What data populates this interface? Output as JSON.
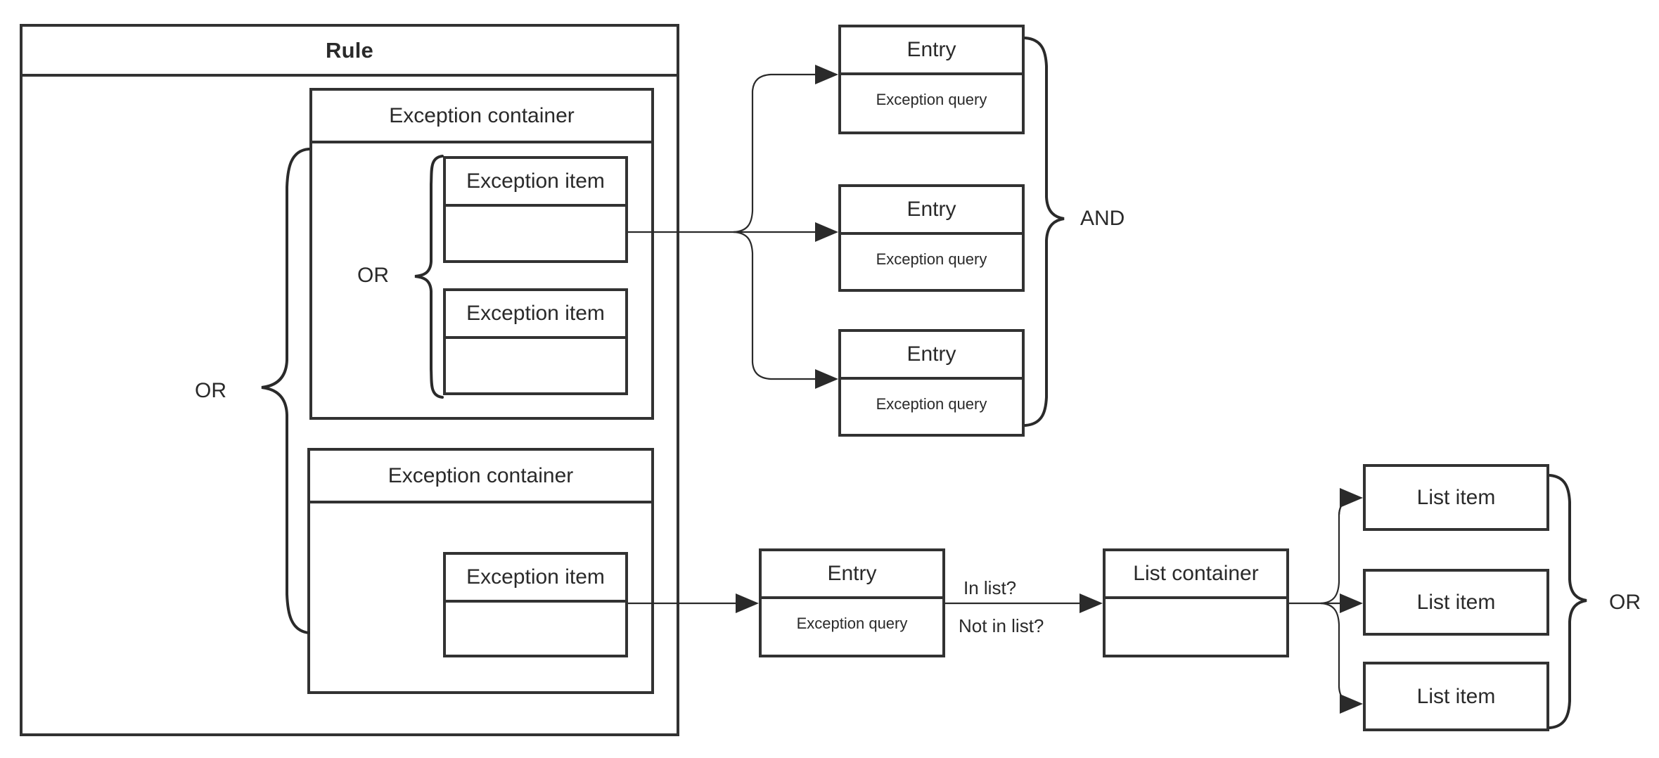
{
  "diagram": {
    "title": "Rule",
    "type": "flow-diagram",
    "theme": {
      "stroke": "#323232",
      "text": "#2a2a2a",
      "background": "#ffffff",
      "connector": "#2a2a2a"
    },
    "rule": {
      "label": "Rule",
      "operator_between_containers": "OR",
      "exception_containers": [
        {
          "label": "Exception container",
          "operator_between_items": "OR",
          "items": [
            {
              "label": "Exception item"
            },
            {
              "label": "Exception item"
            }
          ]
        },
        {
          "label": "Exception container",
          "items": [
            {
              "label": "Exception item"
            }
          ]
        }
      ]
    },
    "entries_top": {
      "operator": "AND",
      "entries": [
        {
          "title": "Entry",
          "subtitle": "Exception query"
        },
        {
          "title": "Entry",
          "subtitle": "Exception query"
        },
        {
          "title": "Entry",
          "subtitle": "Exception query"
        }
      ]
    },
    "entry_bottom": {
      "title": "Entry",
      "subtitle": "Exception query"
    },
    "edge_labels": {
      "primary": "In list?",
      "secondary": "Not in list?"
    },
    "list_container": {
      "label": "List container"
    },
    "list_items": {
      "operator": "OR",
      "items": [
        {
          "label": "List item"
        },
        {
          "label": "List item"
        },
        {
          "label": "List item"
        }
      ]
    }
  }
}
